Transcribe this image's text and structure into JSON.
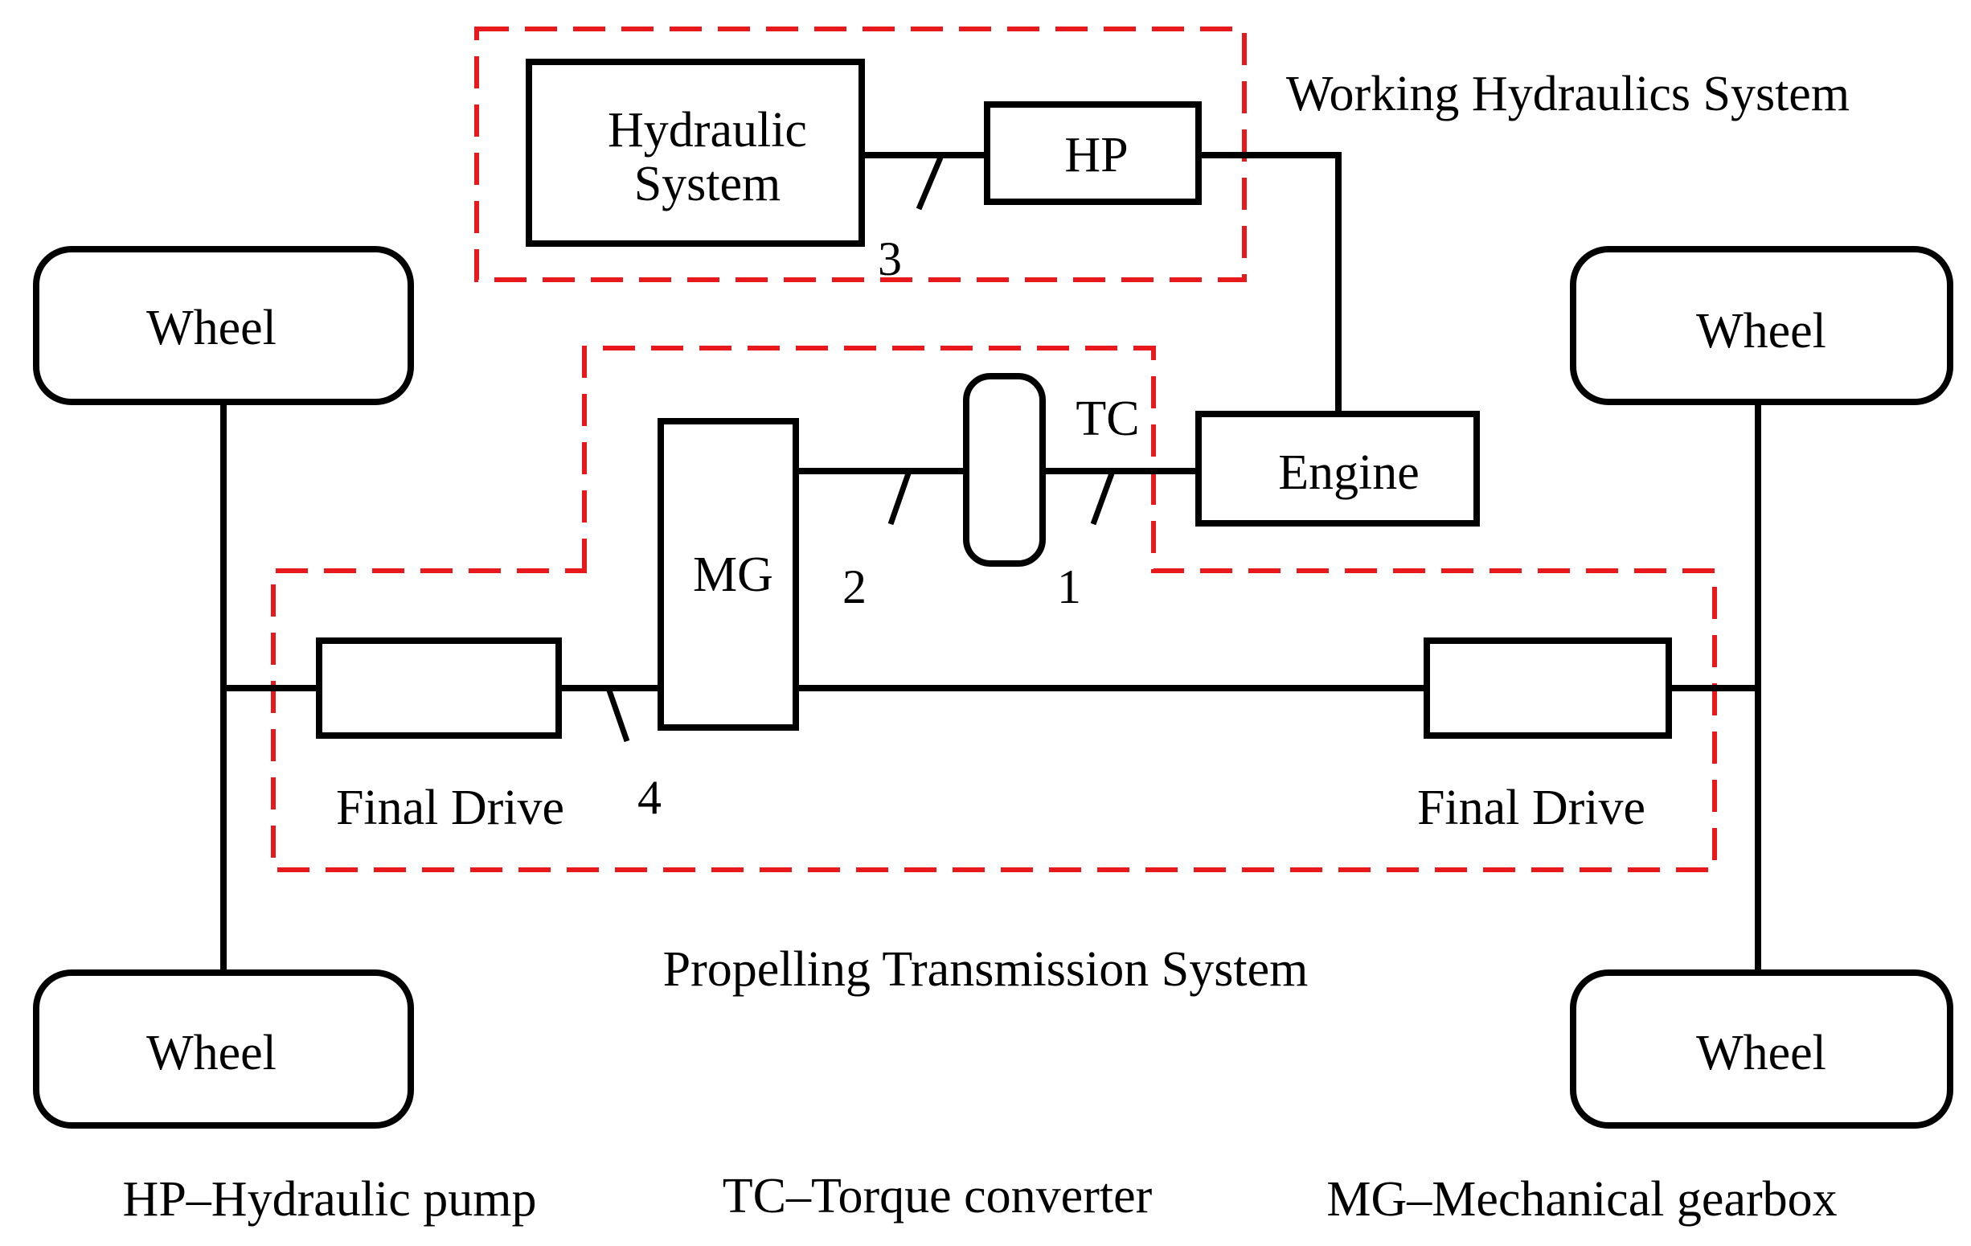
{
  "groups": {
    "working_hydraulics": "Working Hydraulics System",
    "propelling_transmission": "Propelling Transmission System"
  },
  "blocks": {
    "hydraulic_system_line1": "Hydraulic",
    "hydraulic_system_line2": "System",
    "hp": "HP",
    "engine": "Engine",
    "mg": "MG",
    "tc": "TC",
    "final_drive_left": "Final Drive",
    "final_drive_right": "Final Drive",
    "wheel_top_left": "Wheel",
    "wheel_bottom_left": "Wheel",
    "wheel_top_right": "Wheel",
    "wheel_bottom_right": "Wheel"
  },
  "shaft_labels": {
    "s1": "1",
    "s2": "2",
    "s3": "3",
    "s4": "4"
  },
  "legend": {
    "hp": "HP–Hydraulic pump",
    "tc": "TC–Torque converter",
    "mg": "MG–Mechanical gearbox"
  },
  "colors": {
    "boundary": "#e8191c",
    "stroke": "#000000"
  }
}
